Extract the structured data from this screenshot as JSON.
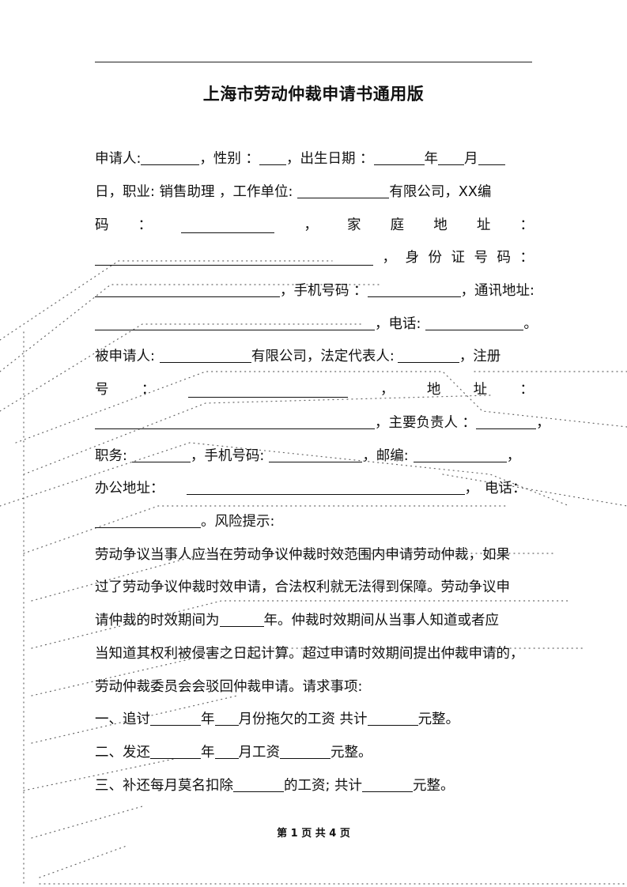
{
  "doc": {
    "title": "上海市劳动仲裁申请书通用版",
    "l1": {
      "a": "申请人:",
      "b": "，性别 ：",
      "c": "，出生日期 ：",
      "d": "年",
      "e": "月"
    },
    "l2": {
      "a": "日，职业: 销售助理 ，工作单位:",
      "b": "有限公司，XX编"
    },
    "l3": {
      "a": "码",
      "b": "：",
      "c": "，",
      "d": "家",
      "e": "庭",
      "f": "地",
      "g": "址",
      "h": "："
    },
    "l4": {
      "a": "，",
      "b": "身",
      "c": "份",
      "d": "证",
      "e": "号",
      "f": "码",
      "g": "："
    },
    "l5": {
      "a": "，手机号码 ：",
      "b": "，通讯地址:"
    },
    "l6": {
      "a": "，电话:",
      "b": "。"
    },
    "l7": {
      "a": "被申请人:",
      "b": "有限公司，法定代表人:",
      "c": "，注册"
    },
    "l8": {
      "a": "号",
      "b": "：",
      "c": "，",
      "d": "地",
      "e": "址",
      "f": "："
    },
    "l9": {
      "a": "，主要负责人 ：",
      "b": "，"
    },
    "l10": {
      "a": "职务:",
      "b": "，手机号码:",
      "c": "，邮编:",
      "d": "，"
    },
    "l11": {
      "a": "办公地址：",
      "b": "，",
      "c": "电话："
    },
    "l12": {
      "a": "。风险提示:"
    },
    "p1": "劳动争议当事人应当在劳动争议仲裁时效范围内申请劳动仲裁，如果",
    "p2": "过了劳动争议仲裁时效申请，合法权利就无法得到保障。劳动争议申",
    "p3a": "请仲裁的时效期间为",
    "p3b": "年。仲裁时效期间从当事人知道或者应",
    "p4": "当知道其权利被侵害之日起计算。超过申请时效期间提出仲裁申请的，",
    "p5": "劳动仲裁委员会会驳回仲裁申请。请求事项:",
    "r1": {
      "a": "一、追讨",
      "b": "年",
      "c": "月份拖欠的工资 共计",
      "d": "元整。"
    },
    "r2": {
      "a": "二、发还",
      "b": "年",
      "c": "月工资",
      "d": "元整。"
    },
    "r3": {
      "a": "三、补还每月莫名扣除",
      "b": "的工资; 共计",
      "c": "元整。"
    }
  },
  "footer": {
    "text": "第 1 页 共 4 页"
  }
}
